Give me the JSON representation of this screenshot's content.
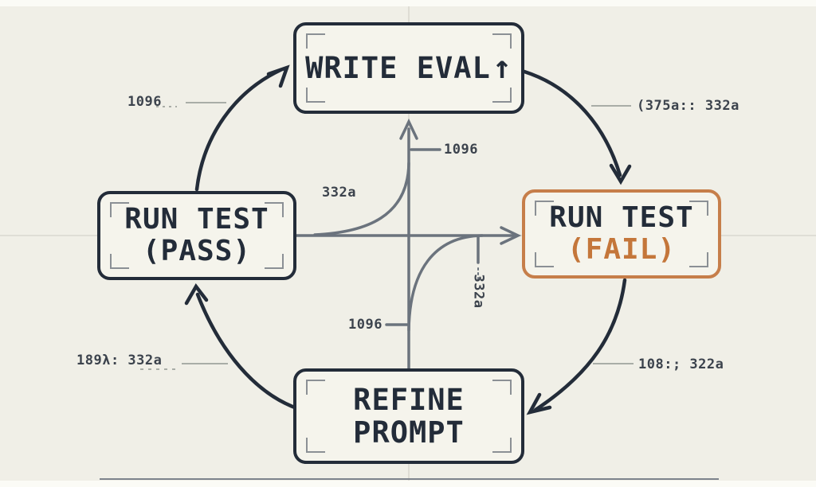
{
  "nodes": {
    "write_eval": {
      "label": "WRITE EVAL",
      "arrow": "↑"
    },
    "run_test_pass": {
      "line1": "RUN TEST",
      "line2": "(PASS)"
    },
    "run_test_fail": {
      "line1": "RUN TEST",
      "line2": "(FAIL)"
    },
    "refine_prompt": {
      "line1": "REFINE",
      "line2": "PROMPT"
    }
  },
  "annotations": {
    "top_left": "1096",
    "top_right": "(375a:: 332a",
    "bottom_left": "189λ: 332a",
    "bottom_right": "108:; 322a",
    "mid_upper": "1096",
    "mid_lower": "1096",
    "tick_label": "332a",
    "rotated_label": "332a"
  },
  "colors": {
    "bg": "#f0efe7",
    "boxfill": "#f5f4ec",
    "navy": "#232c39",
    "orange": "#c67e4a",
    "orange-text": "#c4763a",
    "gray-line": "#6b737d",
    "faint-line": "#d9d8d0",
    "bracket": "#8b9095",
    "callout-line": "#a9ada7",
    "anntext": "#3c434d",
    "strip": "#fbfbf6",
    "bottom-rule": "#7d838c"
  }
}
